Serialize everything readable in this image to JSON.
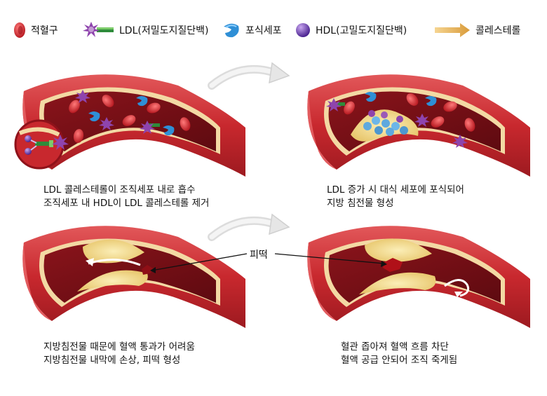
{
  "legend": {
    "rbc": "적혈구",
    "ldl": "LDL(저밀도지질단백)",
    "macrophage": "포식세포",
    "hdl": "HDL(고밀도지질단백)",
    "cholesterol": "콜레스테롤"
  },
  "captions": {
    "panel1_line1": "LDL 콜레스테롤이 조직세포 내로 흡수",
    "panel1_line2": "조직세포 내 HDL이 LDL 콜레스테롤 제거",
    "panel2_line1": "LDL 증가 시 대식 세포에 포식되어",
    "panel2_line2": "지방 침전물 형성",
    "panel3_line1": "지방침전물 때문에 혈액 통과가 어려움",
    "panel3_line2": "지방침전물 내막에 손상, 피떡 형성",
    "panel4_line1": "혈관 좁아져 혈액 흐름 차단",
    "panel4_line2": "혈액 공급 안되어 조직 죽게됨"
  },
  "clot_label": "피떡",
  "colors": {
    "vessel_outer": "#c8282e",
    "vessel_inner": "#7a0d14",
    "plaque": "#f2dc8e",
    "rbc": "#d2232a",
    "ldl": "#9b59b6",
    "macrophage": "#2f8fd6",
    "hdl": "#6a3fb0",
    "cholesterol_arrow": "#e8b65a"
  }
}
